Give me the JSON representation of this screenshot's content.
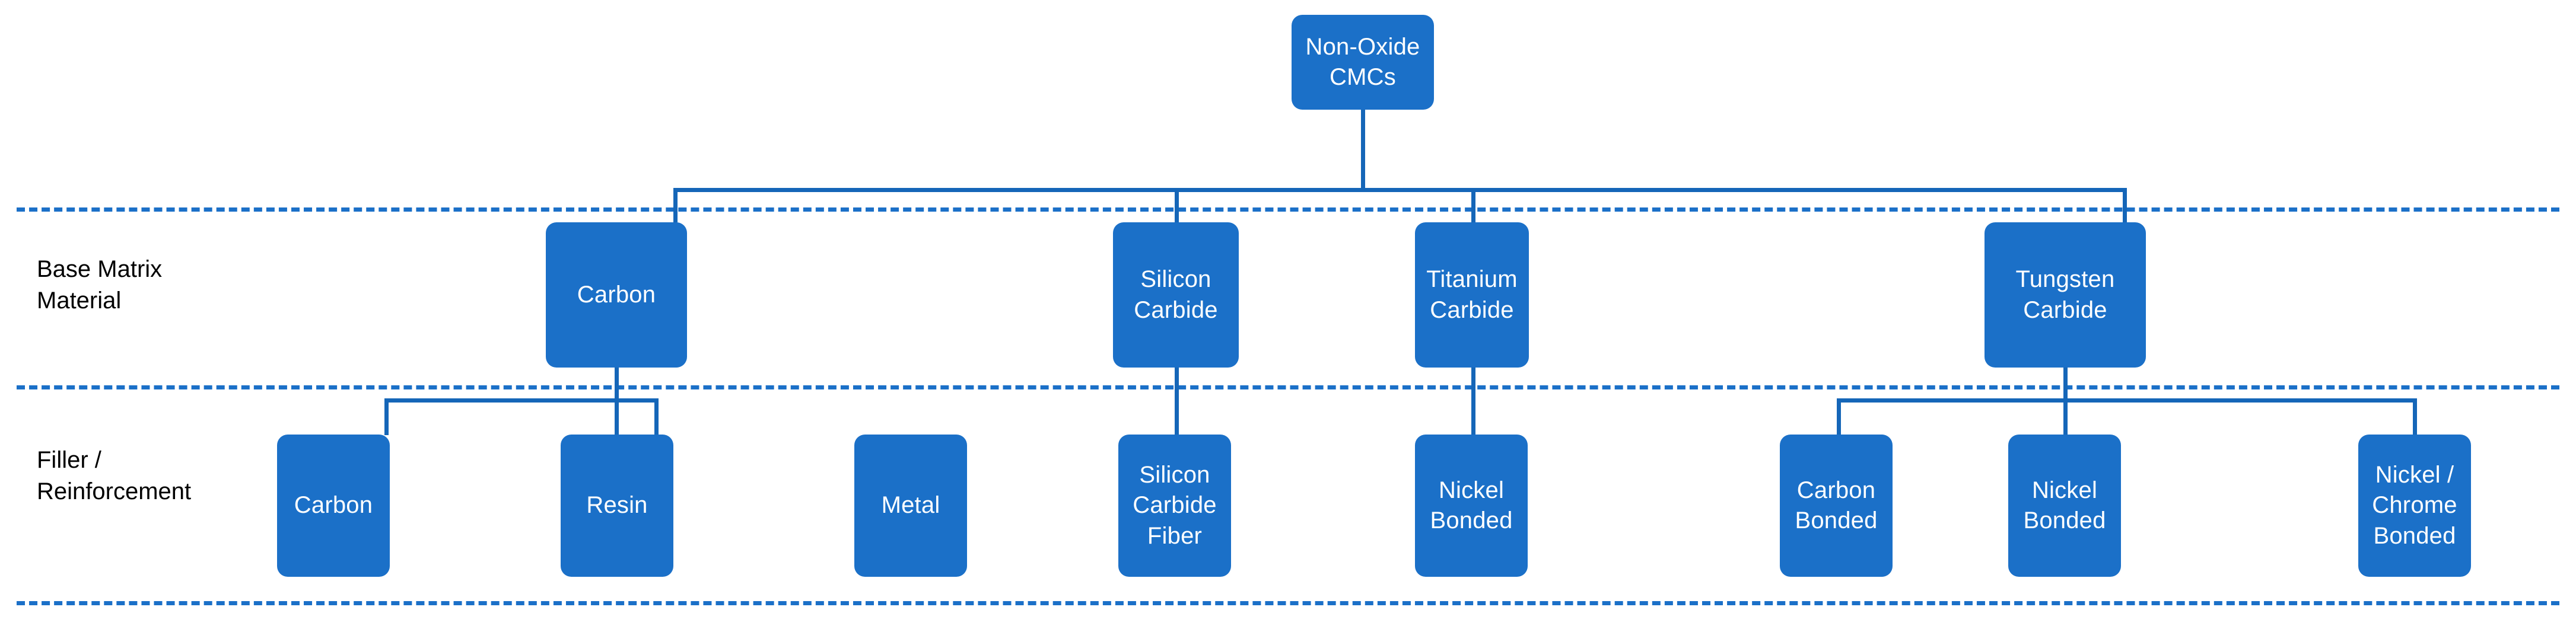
{
  "diagram": {
    "title": "Non-Oxide CMCs classification tree",
    "accent_color": "#1b70c8",
    "connector_color": "#1566b8",
    "text_color_on_node": "#ffffff",
    "label_color": "#000000"
  },
  "row_labels": [
    {
      "id": "base-matrix-material",
      "text": "Base Matrix\nMaterial"
    },
    {
      "id": "filler-reinforcement",
      "text": "Filler /\nReinforcement"
    }
  ],
  "root": {
    "id": "non-oxide-cmcs",
    "label": "Non-Oxide\nCMCs"
  },
  "level1": [
    {
      "id": "carbon",
      "label": "Carbon"
    },
    {
      "id": "silicon-carbide",
      "label": "Silicon\nCarbide"
    },
    {
      "id": "titanium-carbide",
      "label": "Titanium\nCarbide"
    },
    {
      "id": "tungsten-carbide",
      "label": "Tungsten\nCarbide"
    }
  ],
  "level2": [
    {
      "id": "carbon-filler",
      "label": "Carbon",
      "parent": "carbon"
    },
    {
      "id": "resin",
      "label": "Resin",
      "parent": "carbon"
    },
    {
      "id": "metal",
      "label": "Metal",
      "parent": "carbon"
    },
    {
      "id": "silicon-carbide-fiber",
      "label": "Silicon\nCarbide\nFiber",
      "parent": "silicon-carbide"
    },
    {
      "id": "nickel-bonded-tic",
      "label": "Nickel\nBonded",
      "parent": "titanium-carbide"
    },
    {
      "id": "carbon-bonded",
      "label": "Carbon\nBonded",
      "parent": "tungsten-carbide"
    },
    {
      "id": "nickel-bonded-wc",
      "label": "Nickel\nBonded",
      "parent": "tungsten-carbide"
    },
    {
      "id": "nickel-chrome-bonded",
      "label": "Nickel /\nChrome\nBonded",
      "parent": "tungsten-carbide"
    }
  ]
}
